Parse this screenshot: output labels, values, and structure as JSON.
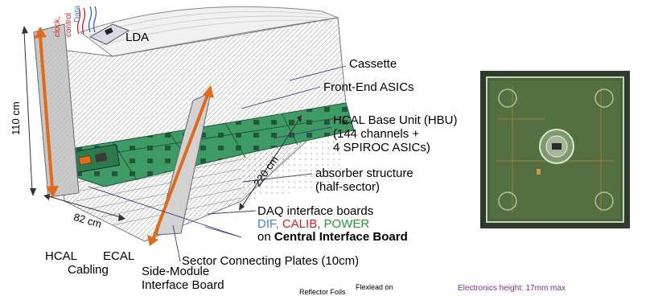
{
  "labels": {
    "clock": "clock,",
    "control": "control",
    "data": "Data",
    "lda": "LDA",
    "cassette": "Cassette",
    "front_end_asics": "Front-End ASICs",
    "hbu_line1": "HCAL Base Unit (HBU)",
    "hbu_line2": "(144 channels +",
    "hbu_line3": "4 SPIROC ASICs)",
    "absorber_line1": "absorber structure",
    "absorber_line2": "(half-sector)",
    "daq_line1": "DAQ interface boards",
    "dif": "DIF,",
    "calib": "CALIB,",
    "power": "POWER",
    "on_text": "on",
    "cib": "Central Interface Board",
    "sector_plates": "Sector Connecting Plates (10cm)",
    "hcal": "HCAL",
    "cabling": "Cabling",
    "ecal": "ECAL",
    "smib_line1": "Side-Module",
    "smib_line2": "Interface Board",
    "dim_110": "110 cm",
    "dim_220": "220 cm",
    "dim_82": "82 cm",
    "reflector": "Reflector Foils",
    "flexlead": "Flexlead on",
    "electronics_height": "Electronics height: 17mm max"
  },
  "colors": {
    "arrow_orange": "#e06a1e",
    "board_green": "#3f9b66",
    "label_blue": "#3a86c8",
    "label_red": "#d11f1f",
    "label_green": "#1f9a2e",
    "label_purple": "#7a2f8f",
    "photo_green": "#4a6638"
  }
}
